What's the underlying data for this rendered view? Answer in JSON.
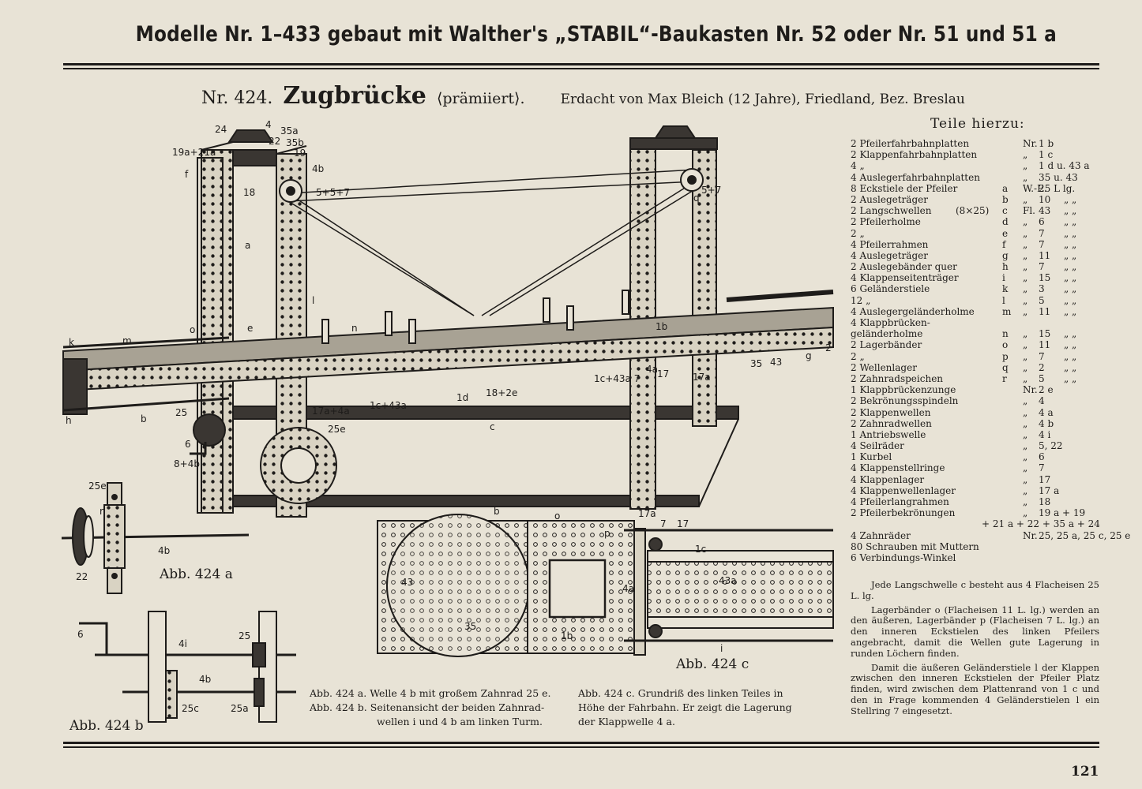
{
  "header": "Modelle Nr. 1–433 gebaut mit Walther's „STABIL“-Baukasten Nr. 52 oder Nr. 51 und 51 a",
  "model": {
    "number": "Nr. 424.",
    "name": "Zugbrücke",
    "award": "⟨prämiiert⟩.",
    "author": "Erdacht von Max Bleich (12 Jahre), Friedland, Bez. Breslau"
  },
  "parts_heading": "Teile hierzu:",
  "parts": [
    {
      "desc": "2 Pfeilerfahrbahnplatten",
      "dim": "",
      "letter": "",
      "src": "Nr.",
      "num": "1 b",
      "extra": ""
    },
    {
      "desc": "2 Klappenfahrbahnplatten",
      "dim": "",
      "letter": "",
      "src": "„",
      "num": "1 c",
      "extra": ""
    },
    {
      "desc": "4 „",
      "dim": "",
      "letter": "",
      "src": "„",
      "num": "1 d u. 43 a",
      "extra": ""
    },
    {
      "desc": "4 Auslegerfahrbahnplatten",
      "dim": "",
      "letter": "",
      "src": "„",
      "num": "35 u. 43",
      "extra": ""
    },
    {
      "desc": "8 Eckstiele der Pfeiler",
      "dim": "",
      "letter": "a",
      "src": "W.-E.",
      "num": "25 L lg.",
      "extra": ""
    },
    {
      "desc": "2 Auslegeträger",
      "dim": "",
      "letter": "b",
      "src": "„",
      "num": "10",
      "extra": "„ „"
    },
    {
      "desc": "2 Langschwellen",
      "dim": "(8×25)",
      "letter": "c",
      "src": "Fl.",
      "num": "43",
      "extra": "„ „"
    },
    {
      "desc": "2 Pfeilerholme",
      "dim": "",
      "letter": "d",
      "src": "„",
      "num": "6",
      "extra": "„ „"
    },
    {
      "desc": "2 „",
      "dim": "",
      "letter": "e",
      "src": "„",
      "num": "7",
      "extra": "„ „"
    },
    {
      "desc": "4 Pfeilerrahmen",
      "dim": "",
      "letter": "f",
      "src": "„",
      "num": "7",
      "extra": "„ „"
    },
    {
      "desc": "4 Auslegeträger",
      "dim": "",
      "letter": "g",
      "src": "„",
      "num": "11",
      "extra": "„ „"
    },
    {
      "desc": "2 Auslegebänder quer",
      "dim": "",
      "letter": "h",
      "src": "„",
      "num": "7",
      "extra": "„ „"
    },
    {
      "desc": "4 Klappenseitenträger",
      "dim": "",
      "letter": "i",
      "src": "„",
      "num": "15",
      "extra": "„ „"
    },
    {
      "desc": "6 Geländerstiele",
      "dim": "",
      "letter": "k",
      "src": "„",
      "num": "3",
      "extra": "„ „"
    },
    {
      "desc": "12 „",
      "dim": "",
      "letter": "l",
      "src": "„",
      "num": "5",
      "extra": "„ „"
    },
    {
      "desc": "4 Auslegergeländerholme",
      "dim": "",
      "letter": "m",
      "src": "„",
      "num": "11",
      "extra": "„ „"
    },
    {
      "desc": "4 Klappbrücken-",
      "dim": "",
      "letter": "",
      "src": "",
      "num": "",
      "extra": ""
    },
    {
      "desc": "geländerholme",
      "dim": "",
      "letter": "n",
      "src": "„",
      "num": "15",
      "extra": "„ „"
    },
    {
      "desc": "2 Lagerbänder",
      "dim": "",
      "letter": "o",
      "src": "„",
      "num": "11",
      "extra": "„ „"
    },
    {
      "desc": "2 „",
      "dim": "",
      "letter": "p",
      "src": "„",
      "num": "7",
      "extra": "„ „"
    },
    {
      "desc": "2 Wellenlager",
      "dim": "",
      "letter": "q",
      "src": "„",
      "num": "2",
      "extra": "„ „"
    },
    {
      "desc": "2 Zahnradspeichen",
      "dim": "",
      "letter": "r",
      "src": "„",
      "num": "5",
      "extra": "„ „"
    },
    {
      "desc": "1 Klappbrückenzunge",
      "dim": "",
      "letter": "",
      "src": "Nr.",
      "num": "2 e",
      "extra": ""
    },
    {
      "desc": "2 Bekrönungsspindeln",
      "dim": "",
      "letter": "",
      "src": "„",
      "num": "4",
      "extra": ""
    },
    {
      "desc": "2 Klappenwellen",
      "dim": "",
      "letter": "",
      "src": "„",
      "num": "4 a",
      "extra": ""
    },
    {
      "desc": "2 Zahnradwellen",
      "dim": "",
      "letter": "",
      "src": "„",
      "num": "4 b",
      "extra": ""
    },
    {
      "desc": "1 Antriebswelle",
      "dim": "",
      "letter": "",
      "src": "„",
      "num": "4 i",
      "extra": ""
    },
    {
      "desc": "4 Seilräder",
      "dim": "",
      "letter": "",
      "src": "„",
      "num": "5, 22",
      "extra": ""
    },
    {
      "desc": "1 Kurbel",
      "dim": "",
      "letter": "",
      "src": "„",
      "num": "6",
      "extra": ""
    },
    {
      "desc": "4 Klappenstellringe",
      "dim": "",
      "letter": "",
      "src": "„",
      "num": "7",
      "extra": ""
    },
    {
      "desc": "4 Klappenlager",
      "dim": "",
      "letter": "",
      "src": "„",
      "num": "17",
      "extra": ""
    },
    {
      "desc": "4 Klappenwellenlager",
      "dim": "",
      "letter": "",
      "src": "„",
      "num": "17 a",
      "extra": ""
    },
    {
      "desc": "4 Pfeilerlangrahmen",
      "dim": "",
      "letter": "",
      "src": "„",
      "num": "18",
      "extra": ""
    },
    {
      "desc": "2 Pfeilerbekrönungen",
      "dim": "",
      "letter": "",
      "src": "„",
      "num": "19 a + 19",
      "extra": ""
    },
    {
      "desc": "",
      "dim": "",
      "letter": "",
      "src": "",
      "num": "+ 21 a + 22 + 35 a + 24",
      "extra": ""
    },
    {
      "desc": "4 Zahnräder",
      "dim": "",
      "letter": "",
      "src": "Nr.",
      "num": "25, 25 a, 25 c, 25 e",
      "extra": ""
    },
    {
      "desc": "80 Schrauben mit Muttern",
      "dim": "",
      "letter": "",
      "src": "",
      "num": "",
      "extra": ""
    },
    {
      "desc": "6 Verbindungs-Winkel",
      "dim": "",
      "letter": "",
      "src": "",
      "num": "",
      "extra": ""
    }
  ],
  "notes": [
    "Jede Langschwelle c besteht aus 4 Flacheisen 25 L. lg.",
    "Lagerbänder o (Flacheisen 11 L. lg.) werden an den äußeren, Lagerbänder p (Flacheisen 7 L. lg.) an den inneren Eckstielen des linken Pfeilers angebracht, damit die Wellen gute Lagerung in runden Löchern finden.",
    "Damit die äußeren Geländerstiele l der Klappen zwischen den inneren Eckstielen der Pfeiler Platz finden, wird zwischen dem Plattenrand von 1 c und den in Frage kommenden 4 Geländerstielen l ein Stellring 7 eingesetzt."
  ],
  "captions": {
    "a": "Abb. 424 a.  Welle 4 b mit großem Zahnrad 25 e.",
    "b1": "Abb. 424 b.  Seitenansicht der beiden Zahnrad-",
    "b2": "wellen  i und 4 b am linken Turm.",
    "c1": "Abb. 424 c.  Grundriß des linken Teiles in",
    "c2": "Höhe der Fahrbahn.  Er zeigt die Lagerung",
    "c3": "der Klappwelle 4 a."
  },
  "figure_labels": {
    "fig_a": "Abb. 424 a",
    "fig_b": "Abb. 424 b",
    "fig_c": "Abb. 424 c"
  },
  "diagram_labels": {
    "l24": "24",
    "l4": "4",
    "l35a": "35a",
    "l22": "22",
    "l35b": "35b",
    "l19a": "19a+21a",
    "l19": "19",
    "lf": "f",
    "l4b": "4b",
    "l557": "5+5+7",
    "l18": "18",
    "la": "a",
    "lk": "k",
    "lm": "m",
    "lo": "o",
    "ll": "l",
    "ln": "n",
    "le": "e",
    "lh": "h",
    "lb": "b",
    "l25": "25",
    "l6": "6",
    "l84b": "8+4b",
    "l17a4a": "17a+4a",
    "l25e": "25e",
    "l1c43a": "1c+43a",
    "l1d": "1d",
    "l182e": "18+2e",
    "l1c43a7": "1c+43a 7",
    "l4a": "4a",
    "l17": "17",
    "l17a": "17a",
    "l1b": "1b",
    "lc": "c",
    "lq": "q",
    "l35": "35",
    "l43": "43",
    "lg": "g",
    "l2": "2",
    "l5p7": "5+7",
    "lr": "r",
    "lp": "p",
    "l7": "7",
    "l1c": "1c",
    "l43a": "43a",
    "li": "i",
    "l4i": "4i",
    "l25c": "25c",
    "l25a": "25a"
  },
  "page_number": "121",
  "colors": {
    "paper": "#e8e3d6",
    "ink": "#1e1c1a"
  }
}
